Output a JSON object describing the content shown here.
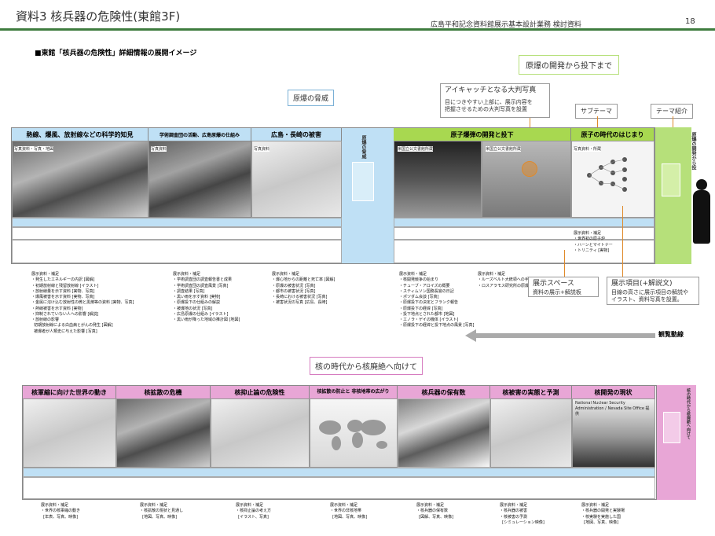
{
  "header": {
    "title": "資料3 核兵器の危険性(東館3F)",
    "subtitle": "広島平和記念資料館展示基本設計業務 検討資料",
    "page_number": "18"
  },
  "section_title": "■東館「核兵器の危険性」詳細情報の展開イメージ",
  "labels": {
    "threat": "原爆の脅威",
    "development": "原爆の開発から投下まで",
    "eyecatch_title": "アイキャッチとなる大判写真",
    "eyecatch_body1": "目につきやすい上部に、展示内容を",
    "eyecatch_body2": "把握させるための大判写真を設置",
    "subtheme": "サブテーマ",
    "theme_intro": "テーマ紹介",
    "space_title": "展示スペース",
    "space_body": "資料の展示+解説板",
    "item_title": "展示項目(+解説文)",
    "item_body1": "目線の高さに展示項目の解説や",
    "item_body2": "イラスト、資料写真を設置。",
    "viewing_flow": "観覧動線",
    "nuclear_era": "核の時代から核廃絶へ向けて"
  },
  "top_row": {
    "panels": [
      {
        "title": "熱線、爆風、放射線などの科学的知見"
      },
      {
        "title": "学術調査団の活動、広島原爆の仕組み"
      },
      {
        "title": "広島・長崎の被害"
      },
      {
        "title": "原爆の脅威"
      },
      {
        "title": "原子爆弾の開発と投下"
      },
      {
        "title": "原子の時代のはじまり"
      },
      {
        "title": "原爆の開発から投"
      }
    ]
  },
  "bottom_row": {
    "panels": [
      {
        "title": "核軍縮に向けた世界の動き"
      },
      {
        "title": "核拡散の危機"
      },
      {
        "title": "核抑止論の危険性"
      },
      {
        "title": "核拡散の防止と 非核地帯の広がり"
      },
      {
        "title": "核兵器の保有数"
      },
      {
        "title": "核被害の実態と予測"
      },
      {
        "title": "核開発の現状"
      },
      {
        "title": "核の時代から核廃絶へ向けて"
      }
    ]
  },
  "captions": {
    "c1": "写真資料・写真・地図",
    "c2": "写真資料",
    "c3": "写真資料",
    "c4": "米国立公文書館所蔵",
    "c5": "米国立公文書館所蔵",
    "c6": "写真資料・所蔵",
    "nts": "National Nuclear Security Administration / Nevada Site Office 提供"
  },
  "notes": {
    "top": [
      "展示資料・補足\n・発生したエネルギーの内訳 [図解]\n・初期放射線と残留放射線 [イラスト]\n・放射線量を示す資料 [実物、写真]\n・爆風被害を示す資料 [実物、写真]\n・金属に溶け込む放射性の微と黒焼等の資料 [実物、写真]\n・熱線被害を示す資料 [実物]\n・抑制されていない人への影響 [解説]\n・放射線の影響\n  初期放射線による白血病とがんの発生 [図解]\n  被爆者が人類史に与えた影響 [写真]",
      "展示資料・補足\n・学術調査団の調査報告書と成果\n・学術調査団の調査風景 [写真]\n・調査結果 [写真]\n・黒い雨を示す資料 [実物]\n・原爆投下の仕組みの解説\n・被爆地の状況 [写真]\n・広島原爆の仕組み [イラスト]\n・黒い雨が降った地域の推計図 [地図]",
      "展示資料・補足\n・爆心地からの距離と死亡率 [図解]\n・原爆の被害状況 [写真]\n・都市の被害状況 [写真]\n・長崎における被害状況 [写真]\n・被害状況の写真 [広島、長崎]",
      "展示資料・補足\n・核開発競争の始まり\n・チューブ・アロイズの概要\n・スティムソン国務長官の日記\n・ポツダム会談 [写真]\n・原爆投下の決定とフランク報告\n・原爆投下の経緯 [写真]\n・投下地点とされた都市 [地図]\n・エノラ・ゲイの機体 [イラスト]\n・原爆投下の経緯と投下地点の風景 [写真]",
      "展示資料・補足\n・ルーズベルト大統領への手紙\n・ロスアラモス研究所の原爆開発の概要 [写真]"
    ],
    "top_extra": "展示資料・補足\n・世界初の原子炉\n・ハーンとマイトナー\n・トリニティ [実物]",
    "bottom": [
      "展示資料・補足\n・世界の核軍縮の動き\n  [年表、写真、映像]",
      "展示資料・補足\n・核拡散の現状と見通し\n  [地図、写真、映像]",
      "展示資料・補足\n・核抑止論の考え方\n  [イラスト、写真]",
      "展示資料・補足\n・世界の非核地帯\n  [地図、写真、映像]",
      "展示資料・補足\n・核兵器の保有数\n  [図解、写真、映像]",
      "展示資料・補足\n・核兵器の被害\n・核被害の予測\n  [シミュレーション映像]",
      "展示資料・補足\n・核兵器の開発と実験場\n・核実験を実施した国\n  [地図、写真、映像]"
    ]
  }
}
